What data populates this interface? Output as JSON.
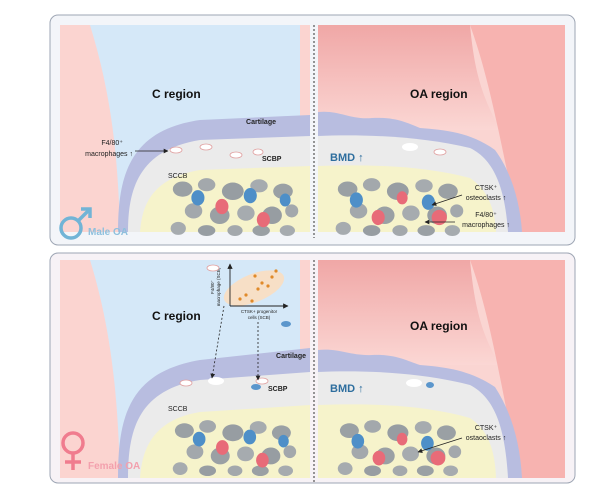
{
  "panels": [
    {
      "id": "male",
      "sex_label": "Male OA",
      "left_region": "C region",
      "right_region": "OA region",
      "cartilage": "Cartilage",
      "scbp": "SCBP",
      "sccb": "SCCB",
      "bmd": "BMD",
      "mac_left": [
        "F4/80⁺",
        "macrophages ↑"
      ],
      "osteo_right": [
        "CTSK⁺",
        "osteoclasts ↑"
      ],
      "mac_right": [
        "F4/80⁺",
        "macrophages ↑"
      ]
    },
    {
      "id": "female",
      "sex_label": "Female OA",
      "left_region": "C region",
      "right_region": "OA region",
      "cartilage": "Cartilage",
      "scbp": "SCBP",
      "sccb": "SCCB",
      "bmd": "BMD",
      "osteo_right": [
        "CTSK⁺",
        "ostaoclasts ↑"
      ],
      "inset_ylabel": [
        "F4/80⁺",
        "macrophage (SCB)"
      ],
      "inset_xlabel": [
        "CTSK+ progenitor",
        "cells (SCB)"
      ]
    }
  ],
  "colors": {
    "male_symbol": "#72b4d6",
    "female_symbol": "#f07c8e",
    "bmd_text": "#2e6e9e",
    "pink_soft": "#f9c9c4",
    "pink_deep": "#ee8c86",
    "blue_soft": "#d3e6f7",
    "cartilage": "#a9aed8",
    "scbp_bone": "#e7e7e7",
    "marrow": "#f4f1c8"
  }
}
